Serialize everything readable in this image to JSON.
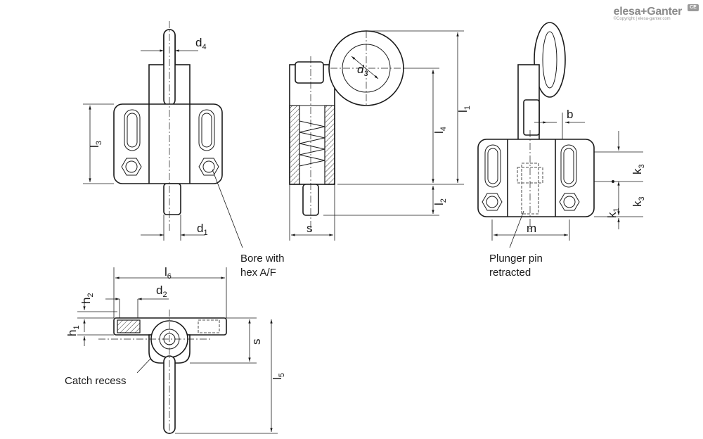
{
  "brand": {
    "name": "elesa+Ganter",
    "copyright": "©Copyright | elesa-ganter.com",
    "badge": "CE"
  },
  "dimensions": {
    "d4": {
      "base": "d",
      "sub": "4"
    },
    "d1": {
      "base": "d",
      "sub": "1"
    },
    "l3": {
      "base": "l",
      "sub": "3"
    },
    "d3": {
      "base": "d",
      "sub": "3"
    },
    "l1": {
      "base": "l",
      "sub": "1"
    },
    "l4": {
      "base": "l",
      "sub": "4"
    },
    "l2": {
      "base": "l",
      "sub": "2"
    },
    "s_side": {
      "base": "s",
      "sub": ""
    },
    "b": {
      "base": "b",
      "sub": ""
    },
    "k3_top": {
      "base": "k",
      "sub": "3"
    },
    "k3_bottom": {
      "base": "k",
      "sub": "3"
    },
    "k1": {
      "base": "k",
      "sub": "1"
    },
    "m": {
      "base": "m",
      "sub": ""
    },
    "l6": {
      "base": "l",
      "sub": "6"
    },
    "h2": {
      "base": "h",
      "sub": "2"
    },
    "d2": {
      "base": "d",
      "sub": "2"
    },
    "h1": {
      "base": "h",
      "sub": "1"
    },
    "s_top": {
      "base": "s",
      "sub": ""
    },
    "l5": {
      "base": "l",
      "sub": "5"
    }
  },
  "notes": {
    "bore_line1": "Bore with",
    "bore_line2": "hex A/F",
    "plunger_line1": "Plunger pin",
    "plunger_line2": "retracted",
    "catch": "Catch recess"
  }
}
